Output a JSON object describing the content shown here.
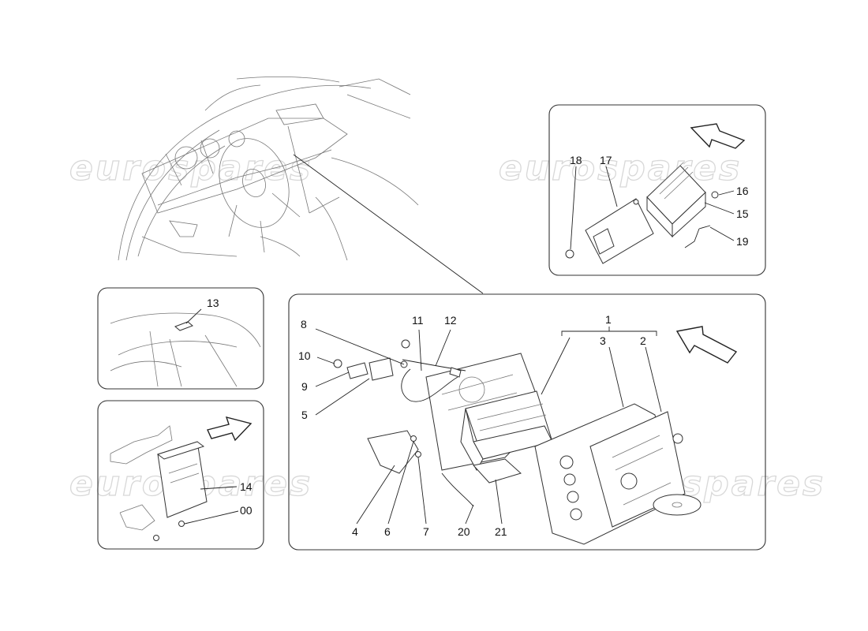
{
  "watermark": "eurospares",
  "panels": {
    "top_right": {
      "labels": [
        "18",
        "17",
        "16",
        "15",
        "19"
      ]
    },
    "left_top": {
      "labels": [
        "13"
      ]
    },
    "left_bottom": {
      "labels": [
        "14",
        "00"
      ]
    },
    "main": {
      "labels": [
        "8",
        "11",
        "12",
        "1",
        "3",
        "2",
        "10",
        "9",
        "5",
        "4",
        "6",
        "7",
        "20",
        "21"
      ]
    }
  }
}
